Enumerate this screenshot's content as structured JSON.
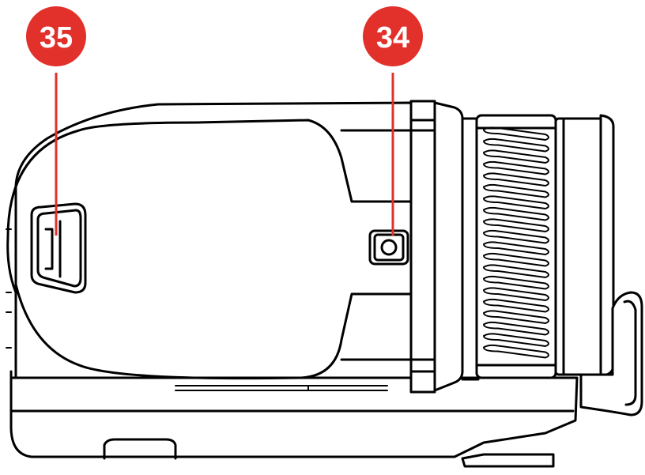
{
  "colors": {
    "callout_fill": "#e2302a",
    "outline": "#000000",
    "background": "#ffffff"
  },
  "callouts": [
    {
      "label": "35",
      "target": "eyecup-cover-latch"
    },
    {
      "label": "34",
      "target": "tripod-mount-button"
    }
  ]
}
